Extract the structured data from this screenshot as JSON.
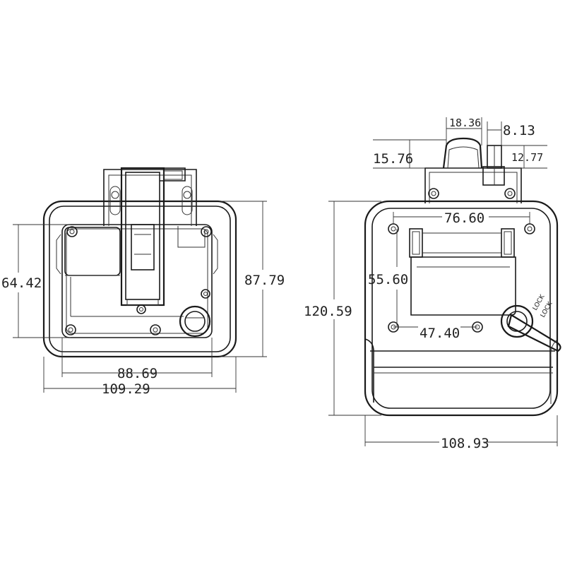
{
  "front_view": {
    "dimensions": {
      "inner_height": "64.42",
      "overall_height": "87.79",
      "inner_width": "88.69",
      "overall_width": "109.29"
    }
  },
  "side_view": {
    "dimensions": {
      "overall_height": "120.59",
      "hole_span_top": "76.60",
      "hole_span_vertical": "55.60",
      "hole_span_bottom": "47.40",
      "overall_width": "108.93",
      "knob_width": "18.36",
      "stem_width": "8.13",
      "knob_height": "15.76",
      "stem_height": "12.77"
    },
    "lock_labels": [
      "LOCK",
      "LOCK"
    ]
  }
}
